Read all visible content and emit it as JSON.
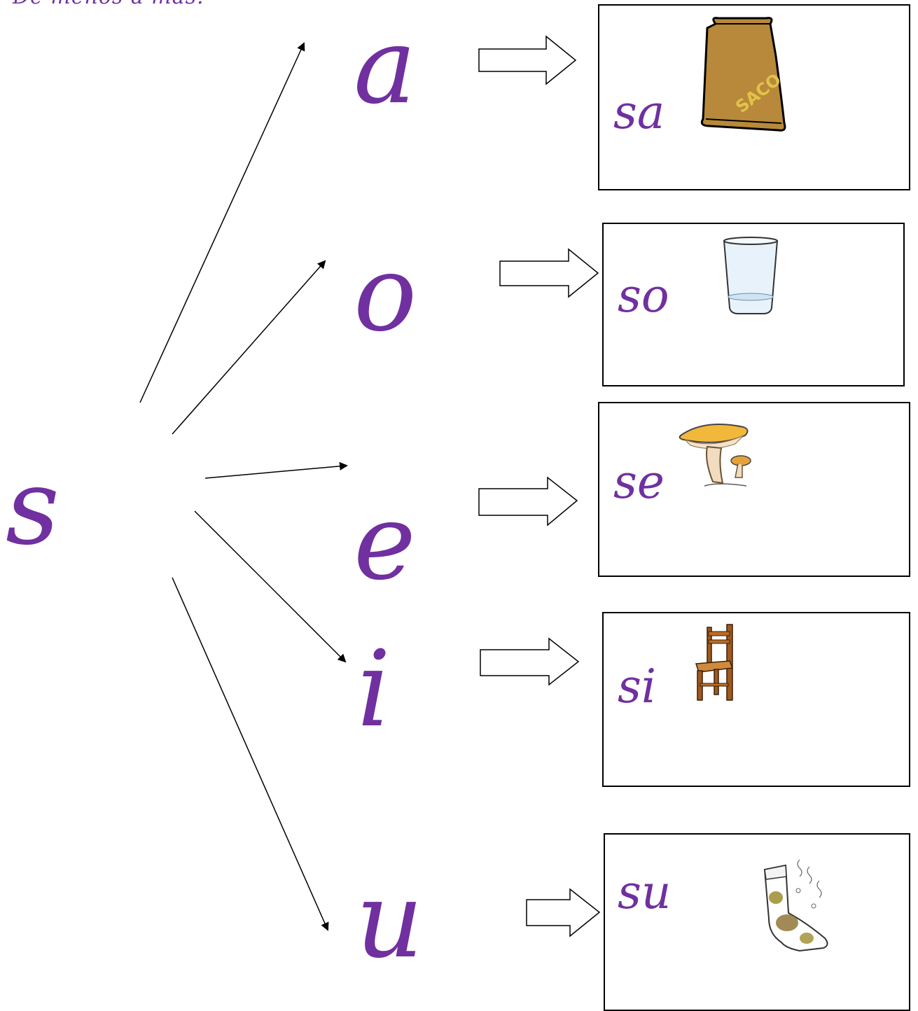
{
  "header": {
    "title": "De menos a más."
  },
  "source_letter": "s",
  "vowels": [
    {
      "letter": "a",
      "syllable": "sa",
      "image": "saco",
      "image_label": "SACO"
    },
    {
      "letter": "o",
      "syllable": "so",
      "image": "vaso"
    },
    {
      "letter": "e",
      "syllable": "se",
      "image": "seta"
    },
    {
      "letter": "i",
      "syllable": "si",
      "image": "silla"
    },
    {
      "letter": "u",
      "syllable": "su",
      "image": "sucio-calcetín"
    }
  ],
  "colors": {
    "text": "#7030a0",
    "border": "#000000"
  }
}
